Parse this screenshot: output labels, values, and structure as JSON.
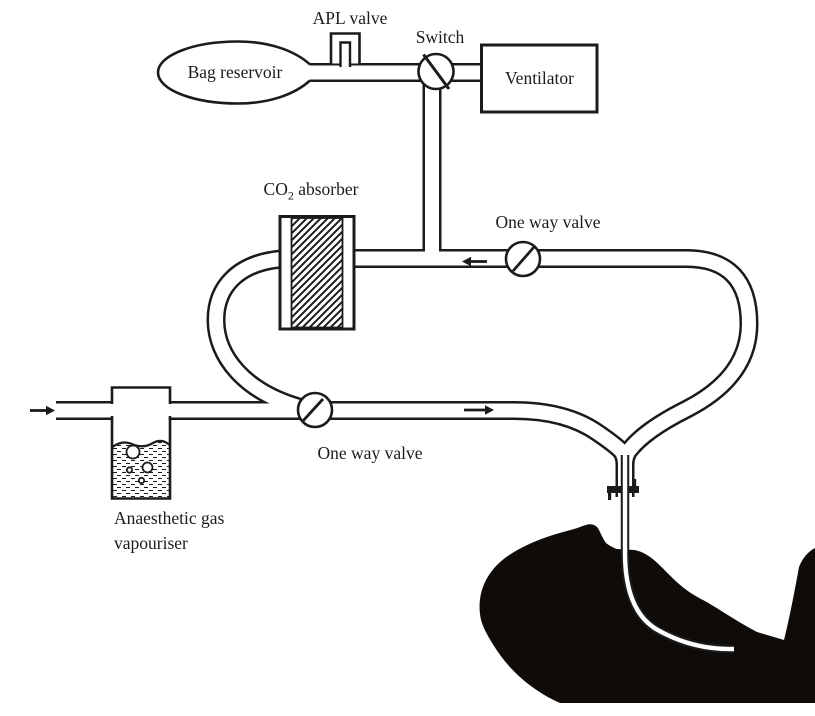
{
  "labels": {
    "apl_valve": "APL valve",
    "switch": "Switch",
    "ventilator": "Ventilator",
    "bag_reservoir": "Bag reservoir",
    "co2_absorber": {
      "pre": "CO",
      "sub": "2",
      "post": " absorber"
    },
    "one_way_valve_top": "One way valve",
    "one_way_valve_bottom": "One way valve",
    "vapouriser_line1": "Anaesthetic gas",
    "vapouriser_line2": "vapouriser"
  },
  "flow_arrows": {
    "fresh_gas_inlet": "right",
    "expiratory_limb": "left",
    "inspiratory_limb": "right"
  },
  "colors": {
    "line": "#1b1b1b",
    "silhouette": "#0e0b09",
    "background": "#ffffff"
  }
}
